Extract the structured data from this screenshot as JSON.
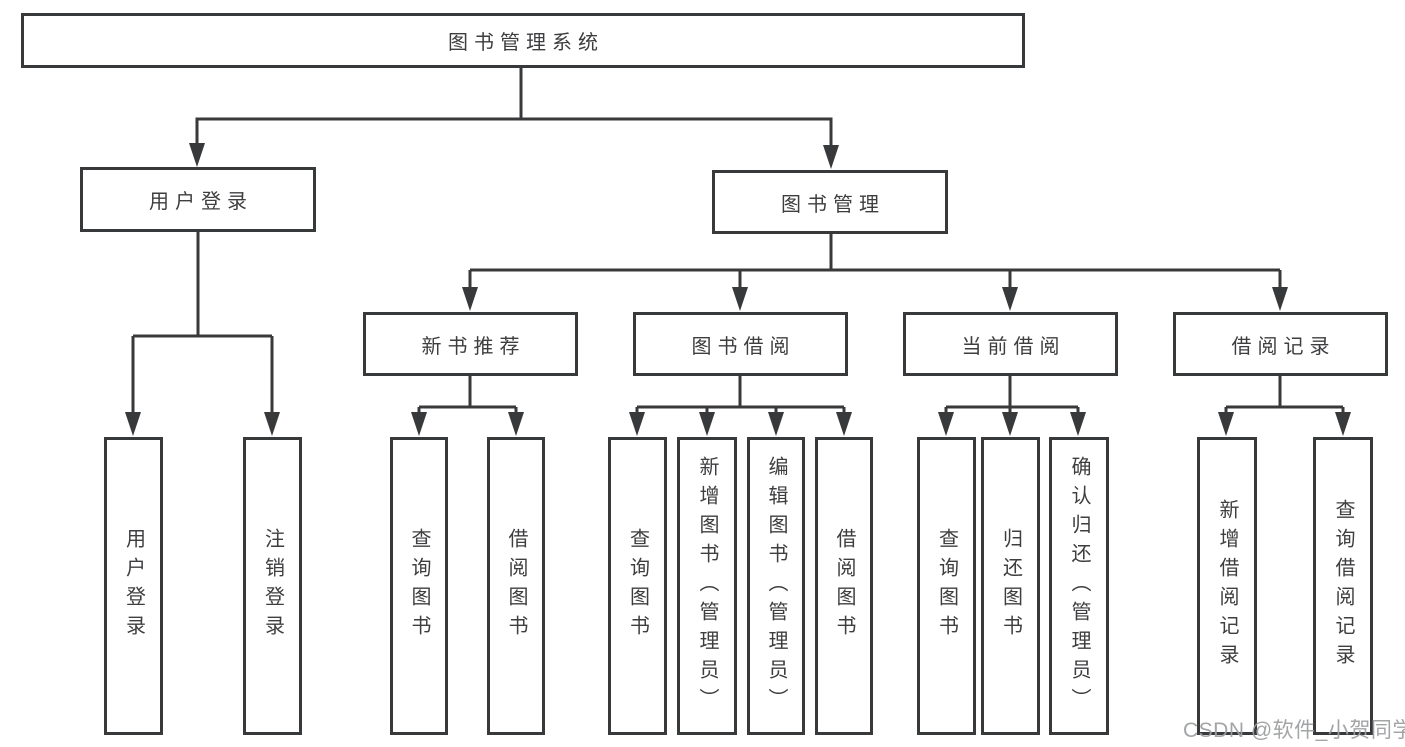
{
  "colors": {
    "background": "#ffffff",
    "line": "#38393b",
    "box_fill": "#ffffff",
    "text": "#3e3e40",
    "watermark_text": "#9fa0a2"
  },
  "diagram": {
    "title": "图书管理系统",
    "user_login": {
      "label": "用户登录",
      "children": {
        "login": "用户登录",
        "logout": "注销登录"
      }
    },
    "book_mgmt": {
      "label": "图书管理",
      "children": {
        "new_books": {
          "label": "新书推荐",
          "children": {
            "query": "查询图书",
            "borrow": "借阅图书"
          }
        },
        "borrowing": {
          "label": "图书借阅",
          "children": {
            "query": "查询图书",
            "add": "新增图书（管理员）",
            "edit": "编辑图书（管理员）",
            "borrow": "借阅图书"
          }
        },
        "current": {
          "label": "当前借阅",
          "children": {
            "query": "查询图书",
            "return": "归还图书",
            "confirm": "确认归还（管理员）"
          }
        },
        "records": {
          "label": "借阅记录",
          "children": {
            "add": "新增借阅记录",
            "query": "查询借阅记录"
          }
        }
      }
    }
  },
  "watermark": "CSDN @软件_小贺同学"
}
